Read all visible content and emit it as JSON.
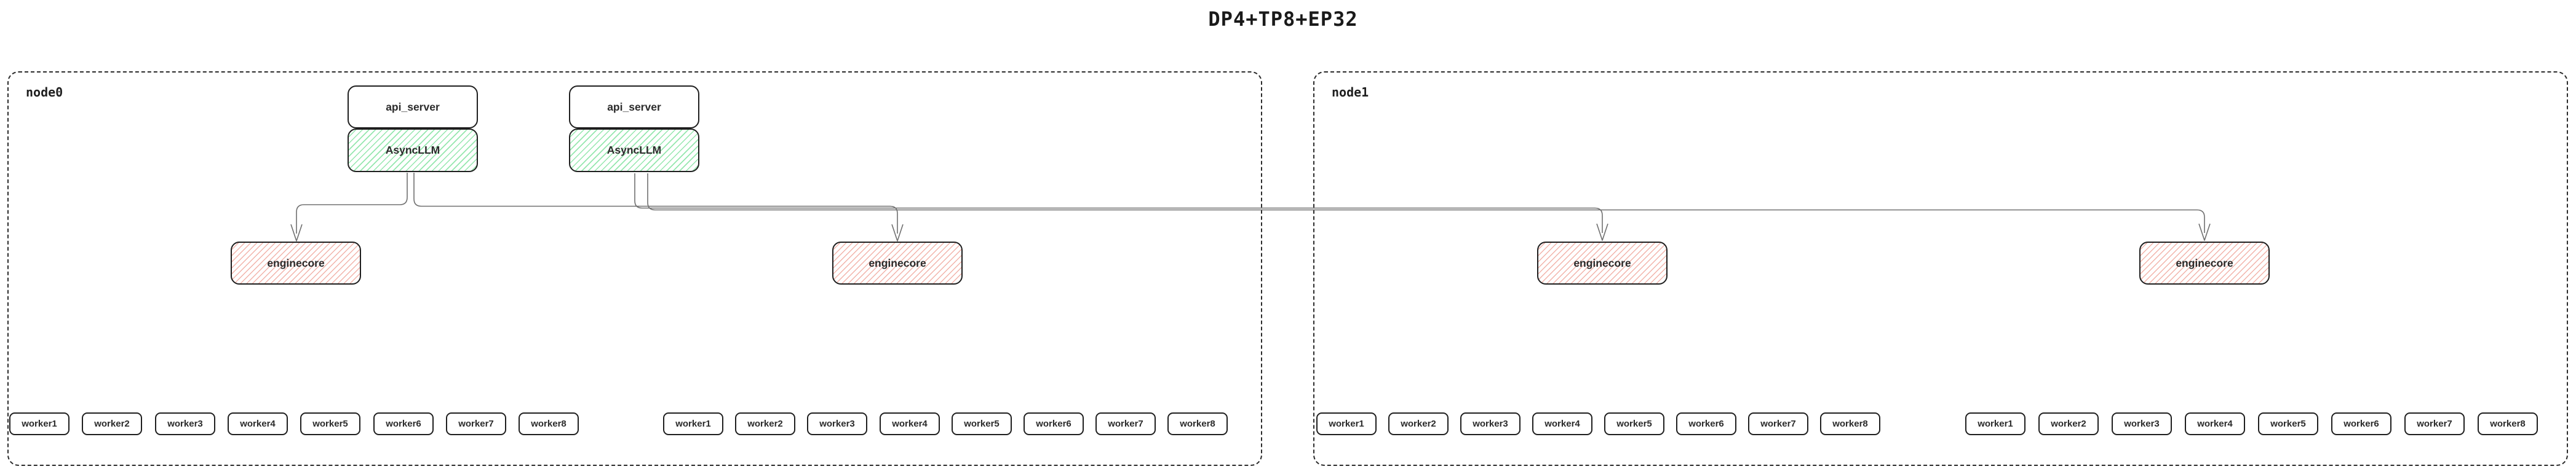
{
  "diagram": {
    "title": "DP4+TP8+EP32",
    "type": "flowchart",
    "colors": {
      "green_hatch": "#95e7ae",
      "red_hatch": "#f2b3aa",
      "box_border": "#1f1f1f",
      "cluster_border": "#2b2b2b",
      "edge": "#707070",
      "text": "#2b2b2b"
    },
    "clusters": [
      {
        "label": "node0",
        "stacks": [
          {
            "api_server": "api_server",
            "async_llm": "AsyncLLM"
          },
          {
            "api_server": "api_server",
            "async_llm": "AsyncLLM"
          }
        ],
        "enginecores": [
          "enginecore",
          "enginecore"
        ],
        "worker_groups": [
          [
            "worker1",
            "worker2",
            "worker3",
            "worker4",
            "worker5",
            "worker6",
            "worker7",
            "worker8"
          ],
          [
            "worker1",
            "worker2",
            "worker3",
            "worker4",
            "worker5",
            "worker6",
            "worker7",
            "worker8"
          ]
        ]
      },
      {
        "label": "node1",
        "stacks": [],
        "enginecores": [
          "enginecore",
          "enginecore"
        ],
        "worker_groups": [
          [
            "worker1",
            "worker2",
            "worker3",
            "worker4",
            "worker5",
            "worker6",
            "worker7",
            "worker8"
          ],
          [
            "worker1",
            "worker2",
            "worker3",
            "worker4",
            "worker5",
            "worker6",
            "worker7",
            "worker8"
          ]
        ]
      }
    ],
    "edges": [
      {
        "from": "AsyncLLM (node0, stack 1)",
        "to": "enginecore 1 (node0)"
      },
      {
        "from": "AsyncLLM (node0, stack 1)",
        "to": "enginecore 2 (node0)"
      },
      {
        "from": "AsyncLLM (node0, stack 2)",
        "to": "enginecore 3 (node1)"
      },
      {
        "from": "AsyncLLM (node0, stack 2)",
        "to": "enginecore 4 (node1)"
      }
    ]
  }
}
